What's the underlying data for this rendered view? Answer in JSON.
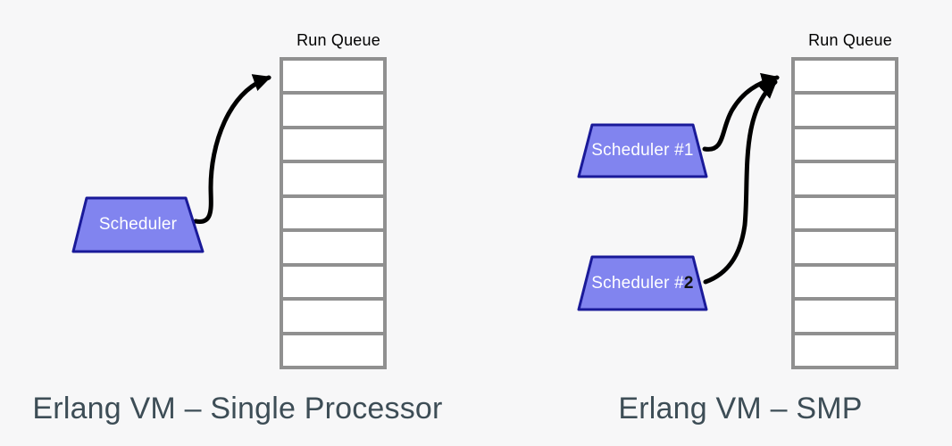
{
  "colors": {
    "background": "#f7f7f8",
    "caption_text": "#3d4d56",
    "run_queue_title_text": "#000000",
    "queue_border": "#909090",
    "queue_cell": "#ffffff",
    "scheduler_fill": "#8184ef",
    "scheduler_border": "#1a1a99",
    "scheduler_text": "#ffffff",
    "arrow": "#000000"
  },
  "left_panel": {
    "run_queue": {
      "title": "Run Queue",
      "slots": 9
    },
    "scheduler": {
      "label": "Scheduler"
    },
    "caption": "Erlang VM – Single Processor"
  },
  "right_panel": {
    "run_queue": {
      "title": "Run Queue",
      "slots": 9
    },
    "schedulers": [
      {
        "prefix": "Scheduler #",
        "number": "1",
        "number_color": "#ffffff",
        "number_weight": "400"
      },
      {
        "prefix": "Scheduler #",
        "number": "2",
        "number_color": "#101010",
        "number_weight": "700"
      }
    ],
    "caption": "Erlang VM – SMP"
  }
}
